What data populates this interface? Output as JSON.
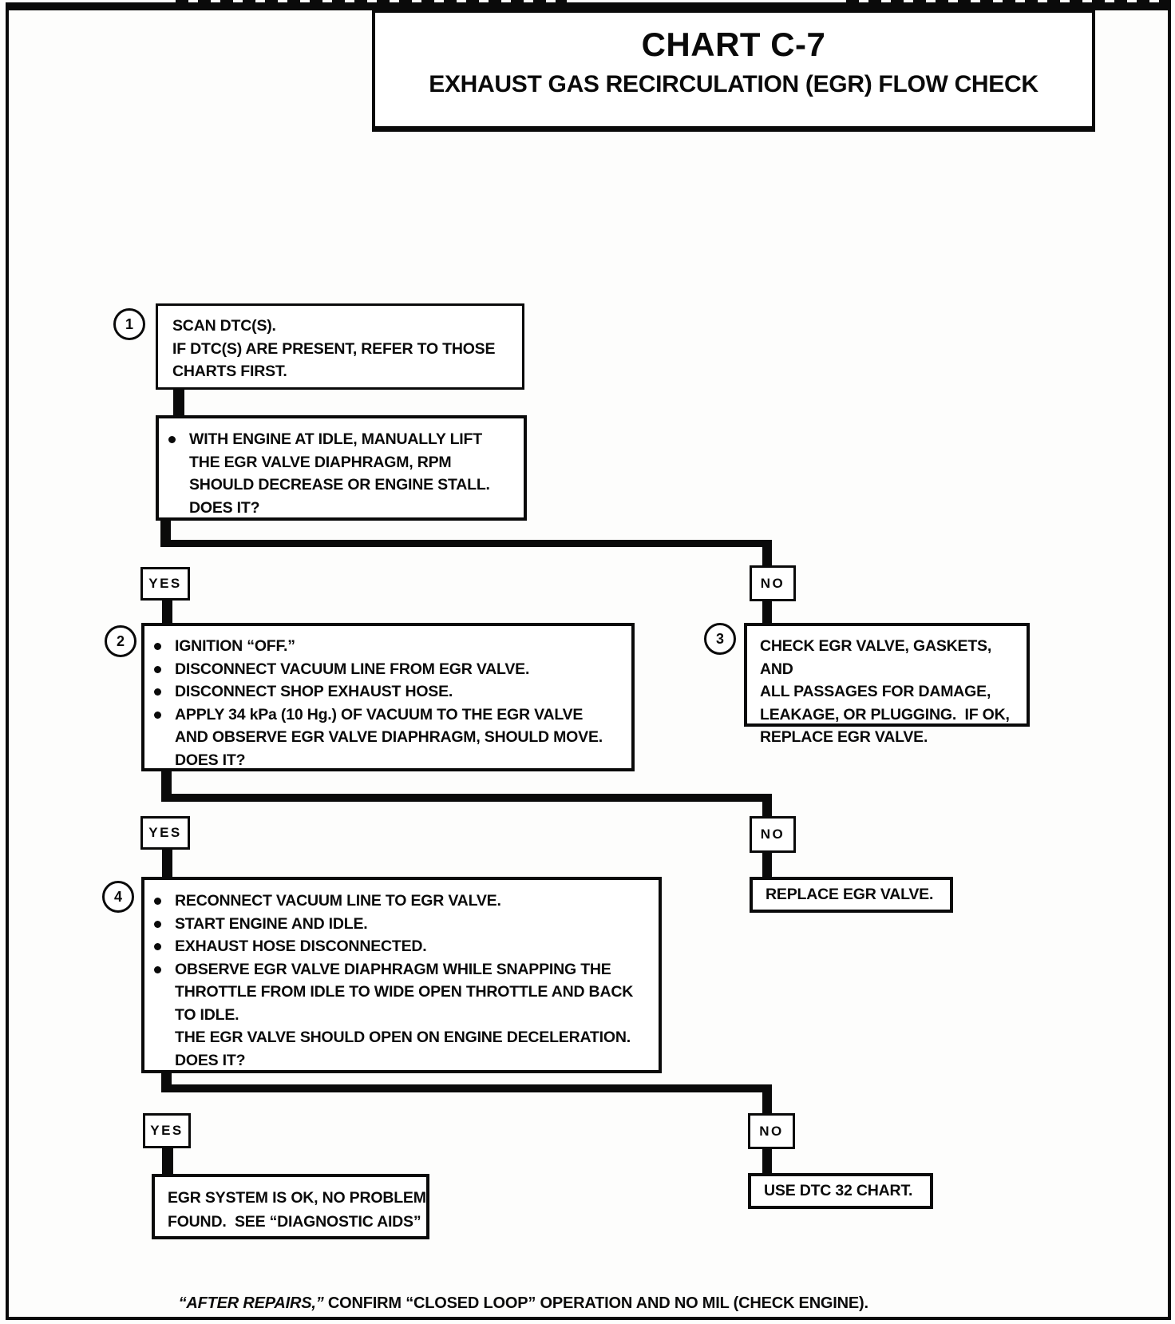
{
  "title": {
    "line1": "CHART C-7",
    "line2": "EXHAUST GAS RECIRCULATION (EGR) FLOW CHECK"
  },
  "labels": {
    "yes": "YES",
    "no": "NO"
  },
  "steps": {
    "step1": {
      "number": "1",
      "lines": [
        "SCAN DTC(S).",
        "IF DTC(S) ARE PRESENT, REFER TO THOSE",
        "CHARTS FIRST."
      ]
    },
    "idle_check": {
      "lines": [
        "WITH ENGINE AT IDLE, MANUALLY LIFT",
        "THE EGR VALVE DIAPHRAGM, RPM",
        "SHOULD DECREASE OR ENGINE STALL.",
        "DOES IT?"
      ]
    },
    "step2": {
      "number": "2",
      "lines": [
        "IGNITION “OFF.”",
        "DISCONNECT VACUUM LINE FROM EGR VALVE.",
        "DISCONNECT SHOP EXHAUST HOSE.",
        "APPLY 34 kPa (10 Hg.) OF VACUUM TO THE EGR VALVE",
        "AND OBSERVE EGR VALVE DIAPHRAGM, SHOULD MOVE.",
        "DOES IT?"
      ]
    },
    "step3": {
      "number": "3",
      "lines": [
        "CHECK EGR VALVE, GASKETS, AND",
        "ALL PASSAGES FOR DAMAGE,",
        "LEAKAGE, OR PLUGGING.  IF OK,",
        "REPLACE EGR VALVE."
      ]
    },
    "step4": {
      "number": "4",
      "lines": [
        "RECONNECT VACUUM LINE TO EGR VALVE.",
        "START ENGINE AND IDLE.",
        "EXHAUST HOSE DISCONNECTED.",
        "OBSERVE EGR VALVE DIAPHRAGM WHILE SNAPPING THE",
        "THROTTLE FROM IDLE TO WIDE OPEN THROTTLE AND BACK",
        "TO IDLE.",
        "THE EGR VALVE SHOULD OPEN ON ENGINE DECELERATION.",
        "DOES IT?"
      ]
    },
    "replace_valve": {
      "lines": [
        "REPLACE EGR VALVE."
      ]
    },
    "egr_ok": {
      "lines": [
        "EGR SYSTEM IS OK, NO PROBLEM",
        "FOUND.  SEE “DIAGNOSTIC AIDS”"
      ]
    },
    "use_dtc32": {
      "lines": [
        "USE DTC 32 CHART."
      ]
    }
  },
  "footer": {
    "italic": "“AFTER REPAIRS,”",
    "rest": " CONFIRM “CLOSED LOOP” OPERATION AND NO MIL (CHECK ENGINE)."
  },
  "colors": {
    "ink": "#0a0a0a",
    "paper": "#fdfdfc"
  }
}
